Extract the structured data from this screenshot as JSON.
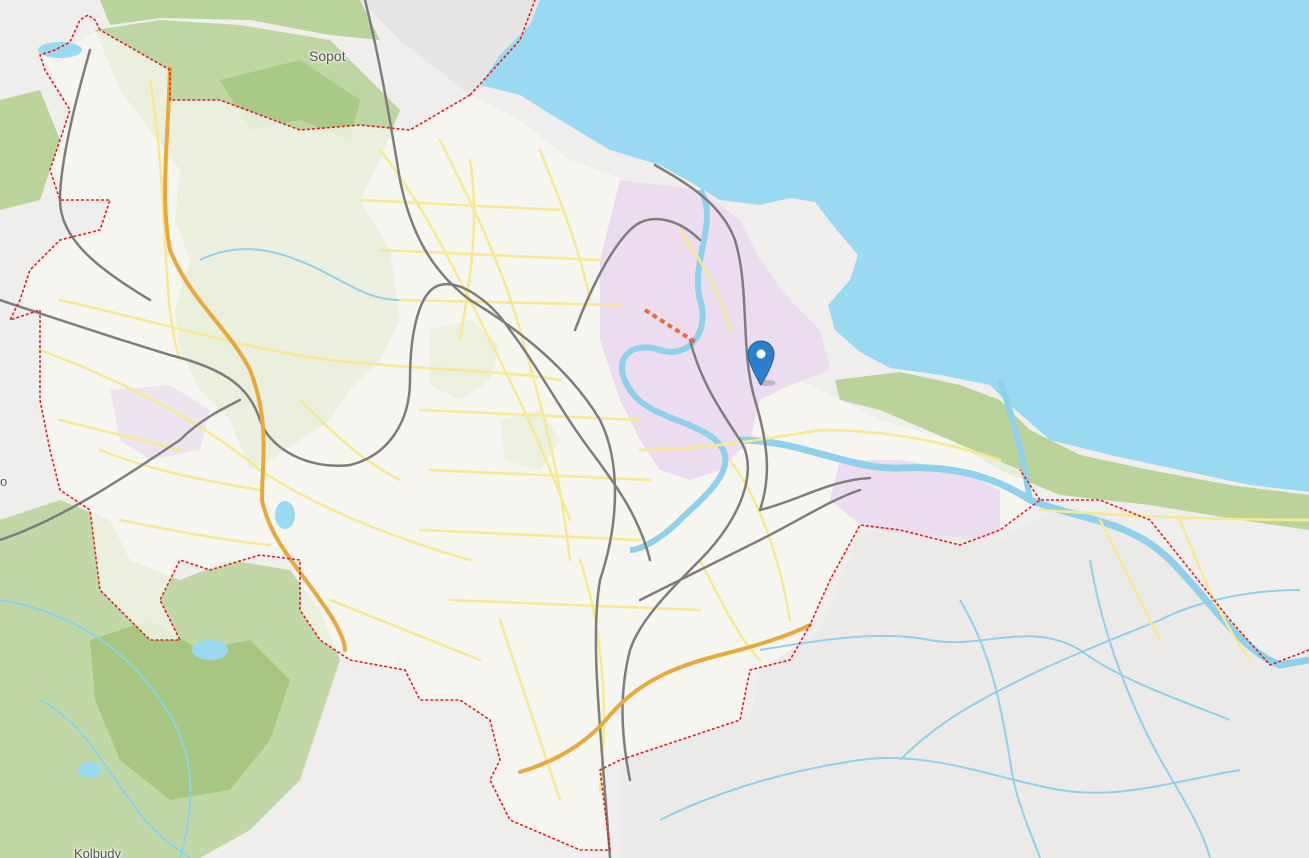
{
  "map": {
    "labels": {
      "sopot": "Sopot",
      "kolbudy": "Kolbudy",
      "edge_left": "o"
    },
    "marker": {
      "icon": "map-pin-icon",
      "color": "#2b7fcb"
    },
    "colors": {
      "land": "#f2f1ef",
      "sea": "#99d9f1",
      "forest": "#b9d39a",
      "urban": "#fbfaf2",
      "industrial": "#ecdcf0",
      "road": "#f6e98f",
      "motorway": "#e8a83a",
      "rail": "#7d7d7d",
      "boundary": "#dd2222",
      "water": "#8fd0ea"
    }
  }
}
